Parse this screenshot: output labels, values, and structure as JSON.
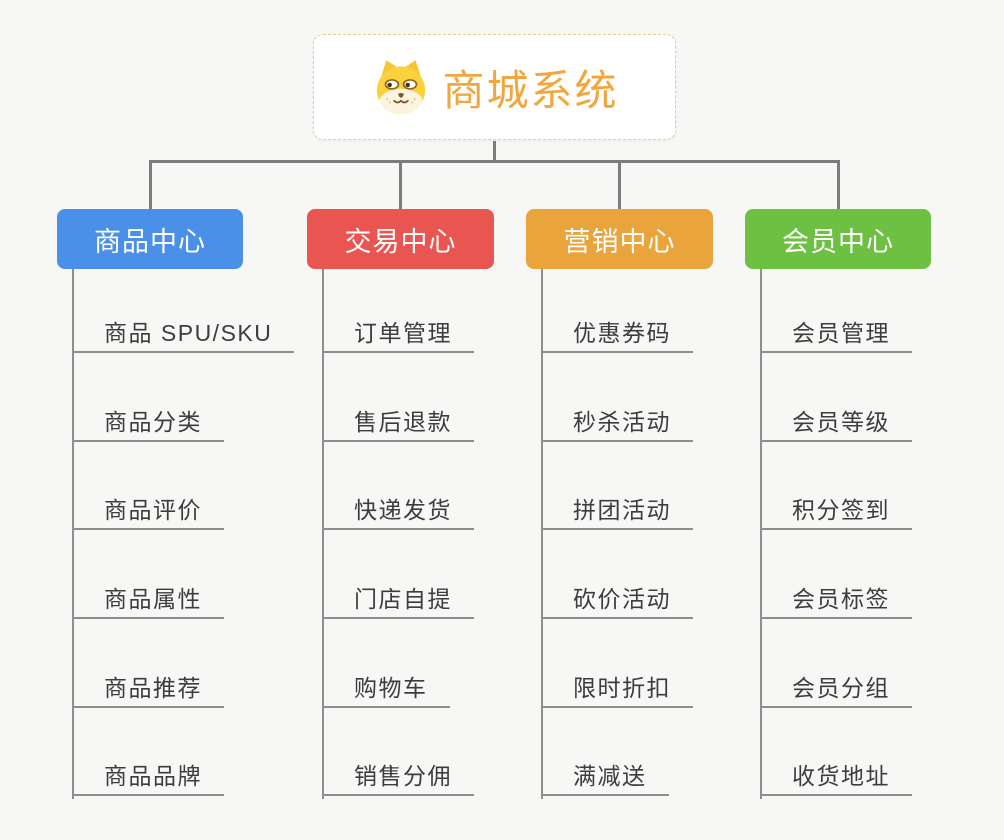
{
  "root": {
    "title": "商城系统",
    "icon": "shiba-dog-icon",
    "text_color": "#f2a63c",
    "border_color": "#f2c983"
  },
  "canvas": {
    "background": "#f7f7f6",
    "connector_color": "#7d7d7d",
    "subline_color": "#8e8e8e",
    "item_text_color": "#3d3d3d"
  },
  "branches": [
    {
      "label": "商品中心",
      "color": "#4a90e8",
      "items": [
        "商品 SPU/SKU",
        "商品分类",
        "商品评价",
        "商品属性",
        "商品推荐",
        "商品品牌"
      ]
    },
    {
      "label": "交易中心",
      "color": "#e95550",
      "items": [
        "订单管理",
        "售后退款",
        "快递发货",
        "门店自提",
        "购物车",
        "销售分佣"
      ]
    },
    {
      "label": "营销中心",
      "color": "#e9a43c",
      "items": [
        "优惠券码",
        "秒杀活动",
        "拼团活动",
        "砍价活动",
        "限时折扣",
        "满减送"
      ]
    },
    {
      "label": "会员中心",
      "color": "#6ec043",
      "items": [
        "会员管理",
        "会员等级",
        "积分签到",
        "会员标签",
        "会员分组",
        "收货地址"
      ]
    }
  ]
}
